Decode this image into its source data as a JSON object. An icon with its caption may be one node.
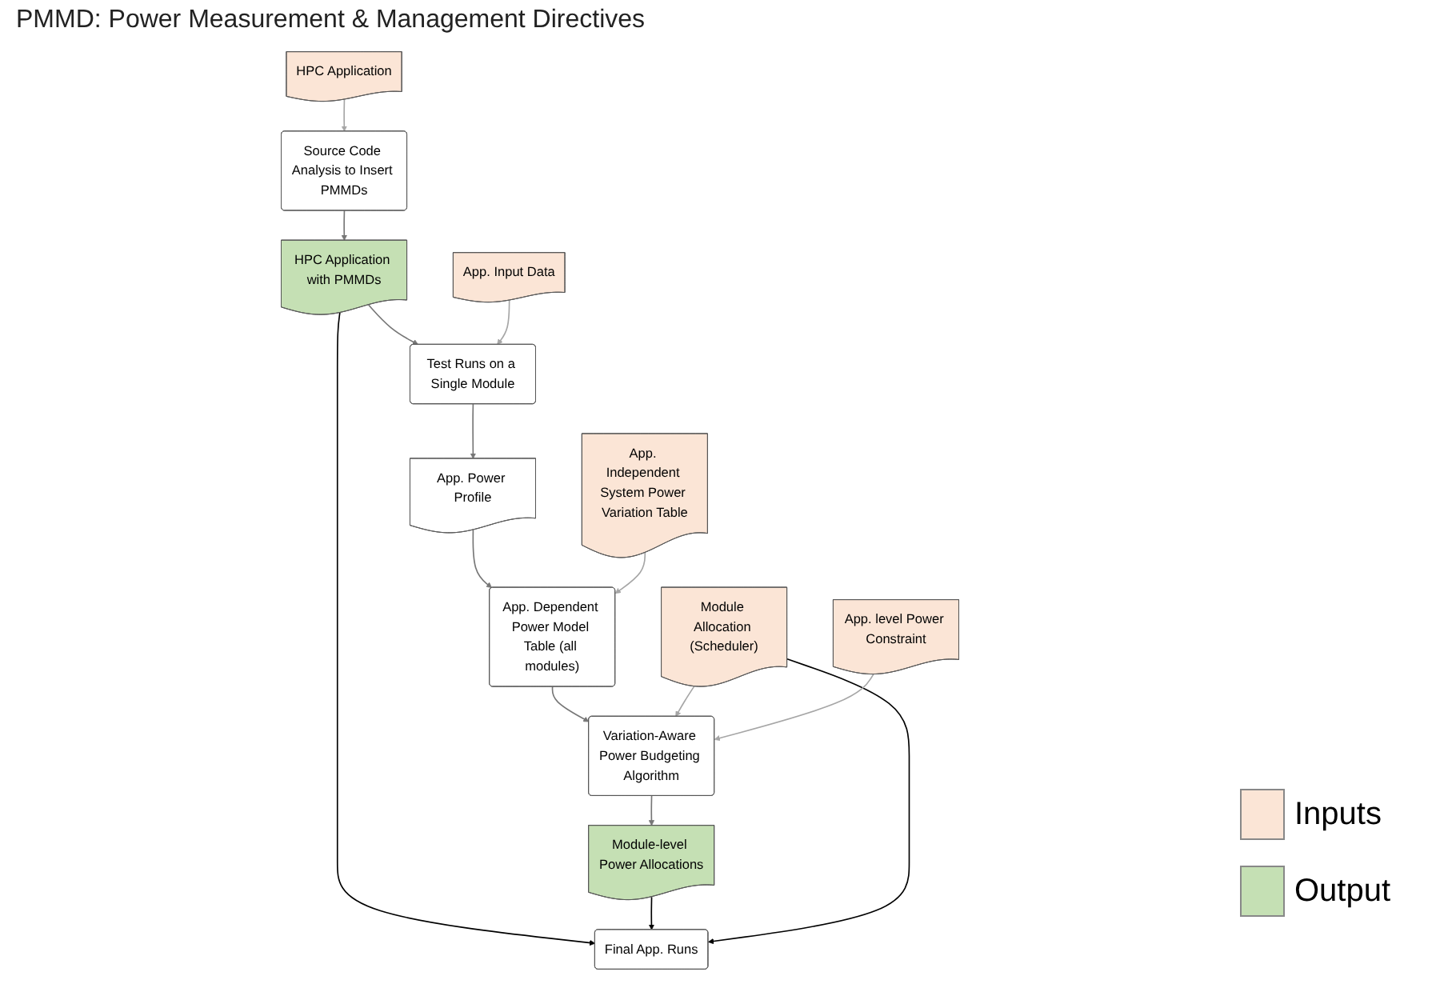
{
  "diagram": {
    "title": "PMMD: Power Measurement & Management Directives",
    "nodes": [
      {
        "text": [
          "HPC Application"
        ]
      },
      {
        "text": [
          "Source Code Analysis to Insert PMMDs"
        ]
      },
      {
        "text": [
          "HPC Application with PMMDs"
        ]
      },
      {
        "text": [
          "Test Runs on a Single Module"
        ]
      },
      {
        "text": [
          "App. Input Data"
        ]
      },
      {
        "text": [
          "App. Power Profile"
        ]
      },
      {
        "text": [
          "App. Dependent Power Model Table (all modules)"
        ]
      },
      {
        "text": [
          "Variation-Aware Power Budgeting Algorithm"
        ]
      },
      {
        "text": [
          "Module-level Power Allocations"
        ]
      },
      {
        "text": [
          "Final App. Runs"
        ]
      },
      {
        "text": [
          "Module Allocation (Scheduler)"
        ]
      },
      {
        "text": [
          "App. level Power Constraint"
        ]
      },
      {
        "text": [
          "App. Independent System Power Variation Table"
        ]
      }
    ],
    "edges": [
      {
        "from": 0,
        "to": 1,
        "arrow": "to",
        "color": "#a6a6a6"
      },
      {
        "from": 1,
        "to": 2,
        "arrow": "to"
      },
      {
        "from": 2,
        "to": 3,
        "arrow": "to"
      },
      {
        "from": 4,
        "to": 3,
        "arrow": "to",
        "color": "#a6a6a6"
      },
      {
        "from": 3,
        "to": 5,
        "arrow": "to"
      },
      {
        "from": 5,
        "to": 6,
        "arrow": "to"
      },
      {
        "from": 6,
        "to": 7,
        "arrow": "to"
      },
      {
        "from": 7,
        "to": 8,
        "arrow": "to"
      },
      {
        "from": 2,
        "to": 9,
        "arrow": "to",
        "color": "#000000"
      },
      {
        "from": 8,
        "to": 9,
        "arrow": "to",
        "color": "#000000"
      },
      {
        "from": 10,
        "to": 9,
        "arrow": "to",
        "color": "#000000"
      },
      {
        "from": 10,
        "to": 7,
        "arrow": "to",
        "color": "#a6a6a6"
      },
      {
        "from": 11,
        "to": 7,
        "arrow": "to",
        "color": "#a6a6a6"
      },
      {
        "from": 12,
        "to": 6,
        "arrow": "to",
        "color": "#a6a6a6"
      }
    ],
    "legend": [
      {
        "text": "Inputs",
        "color": "#fbe5d6"
      },
      {
        "text": "Output",
        "color": "#c5e0b4"
      }
    ]
  }
}
